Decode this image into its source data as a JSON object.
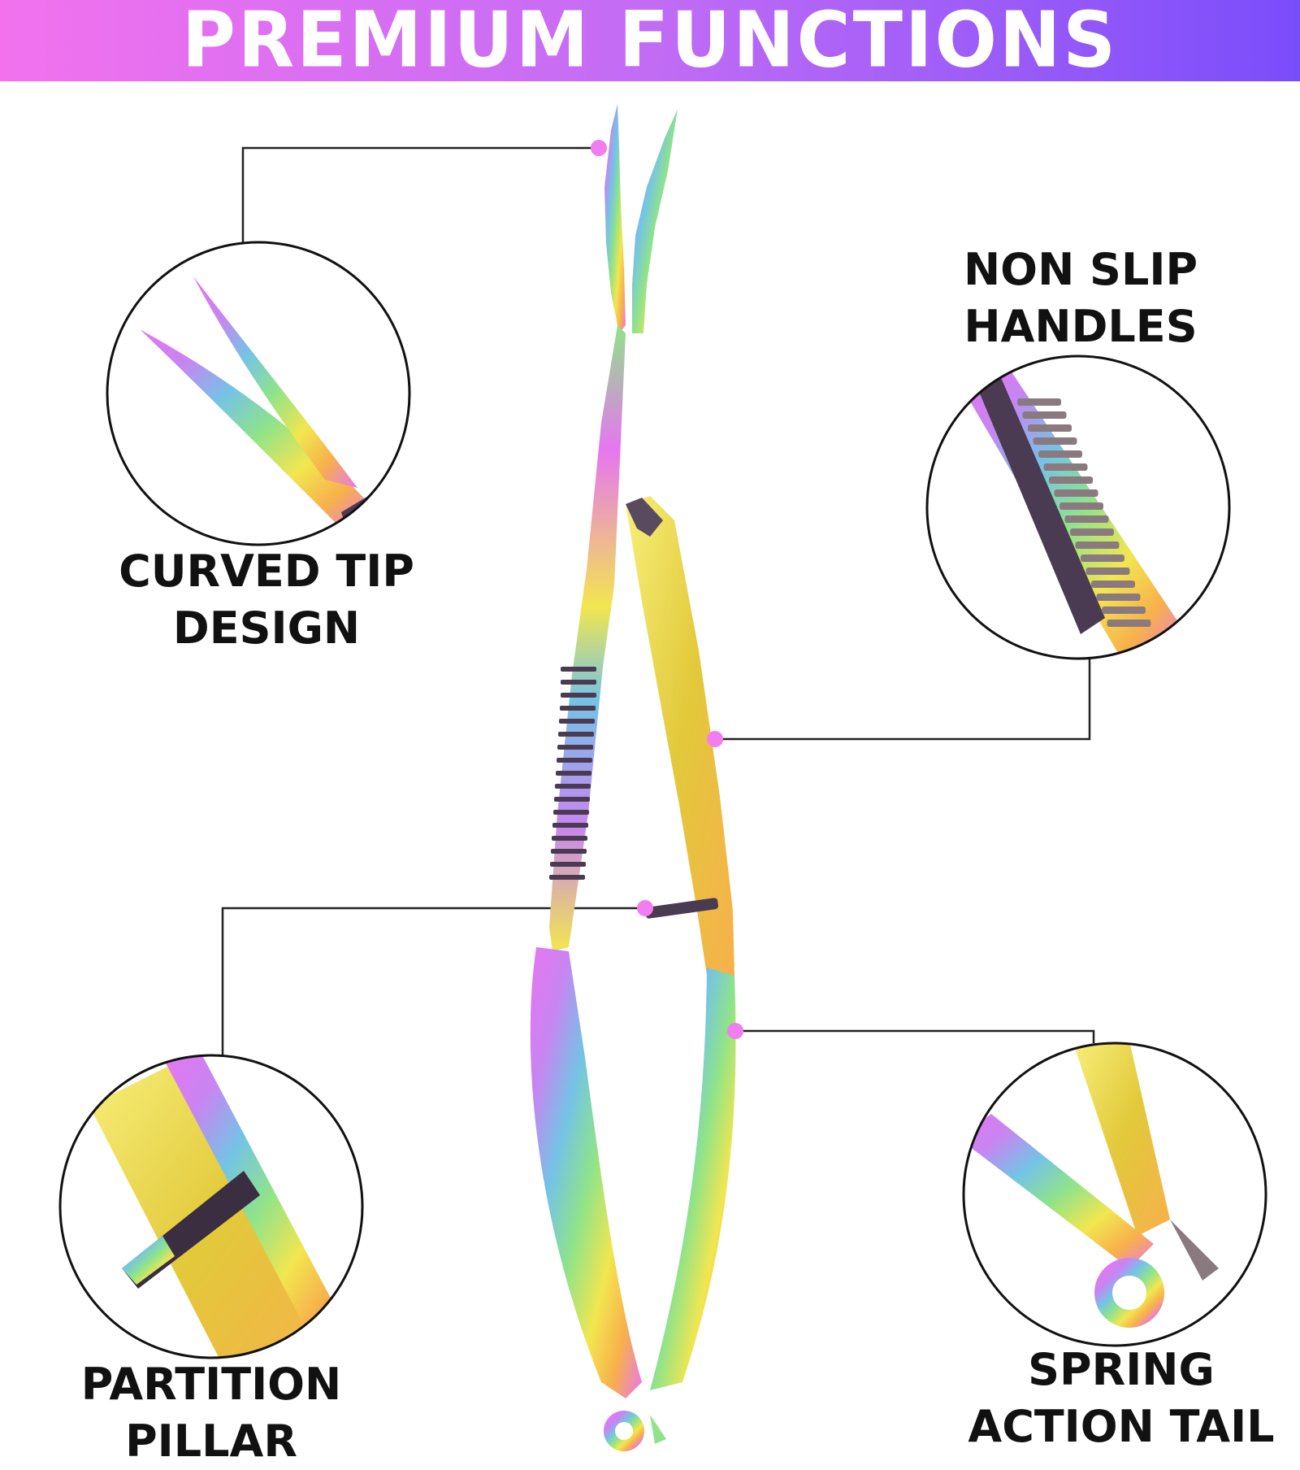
{
  "banner": {
    "title": "PREMIUM  FUNCTIONS",
    "gradient": [
      "#f272ee",
      "#c26cf5",
      "#7a4dfb"
    ]
  },
  "features": [
    {
      "key": "curved-tip",
      "line1": "CURVED TIP",
      "line2": "DESIGN"
    },
    {
      "key": "non-slip-handles",
      "line1": "NON SLIP",
      "line2": "HANDLES"
    },
    {
      "key": "partition-pillar",
      "line1": "PARTITION",
      "line2": "PILLAR"
    },
    {
      "key": "spring-action-tail",
      "line1": "SPRING",
      "line2": "ACTION TAIL"
    }
  ],
  "colors": {
    "callout_dot": "#f07ef0",
    "callout_line": "#222222",
    "label_text": "#111111",
    "iridescent": [
      "#e776f0",
      "#c785f2",
      "#74c3e6",
      "#8fe38a",
      "#f2e64f",
      "#f7b04c",
      "#e776f0"
    ]
  },
  "product": {
    "icon": "iridescent-spring-scissors"
  }
}
